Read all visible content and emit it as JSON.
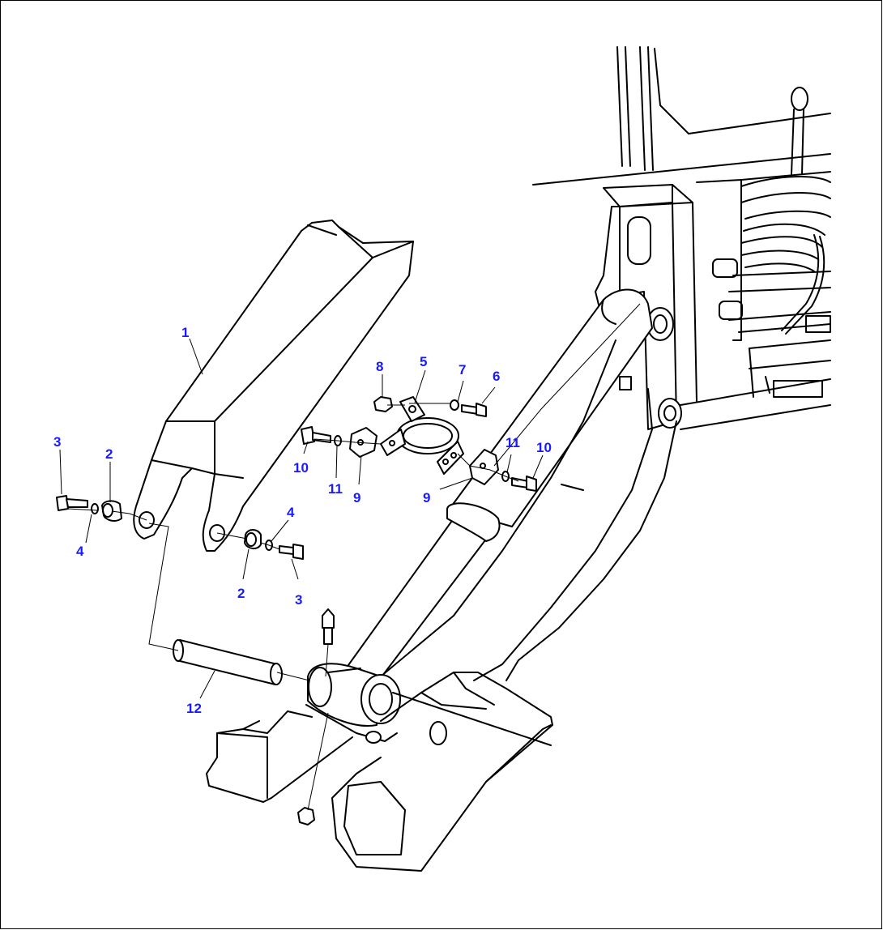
{
  "diagram": {
    "colors": {
      "callout": "#1a1aff",
      "linework": "#000000",
      "background": "#ffffff"
    },
    "callouts": [
      {
        "id": "c1",
        "label": "1"
      },
      {
        "id": "c2a",
        "label": "2"
      },
      {
        "id": "c2b",
        "label": "2"
      },
      {
        "id": "c3a",
        "label": "3"
      },
      {
        "id": "c3b",
        "label": "3"
      },
      {
        "id": "c4a",
        "label": "4"
      },
      {
        "id": "c4b",
        "label": "4"
      },
      {
        "id": "c5",
        "label": "5"
      },
      {
        "id": "c6",
        "label": "6"
      },
      {
        "id": "c7",
        "label": "7"
      },
      {
        "id": "c8",
        "label": "8"
      },
      {
        "id": "c9a",
        "label": "9"
      },
      {
        "id": "c9b",
        "label": "9"
      },
      {
        "id": "c10a",
        "label": "10"
      },
      {
        "id": "c10b",
        "label": "10"
      },
      {
        "id": "c11a",
        "label": "11"
      },
      {
        "id": "c11b",
        "label": "11"
      },
      {
        "id": "c12",
        "label": "12"
      }
    ]
  }
}
